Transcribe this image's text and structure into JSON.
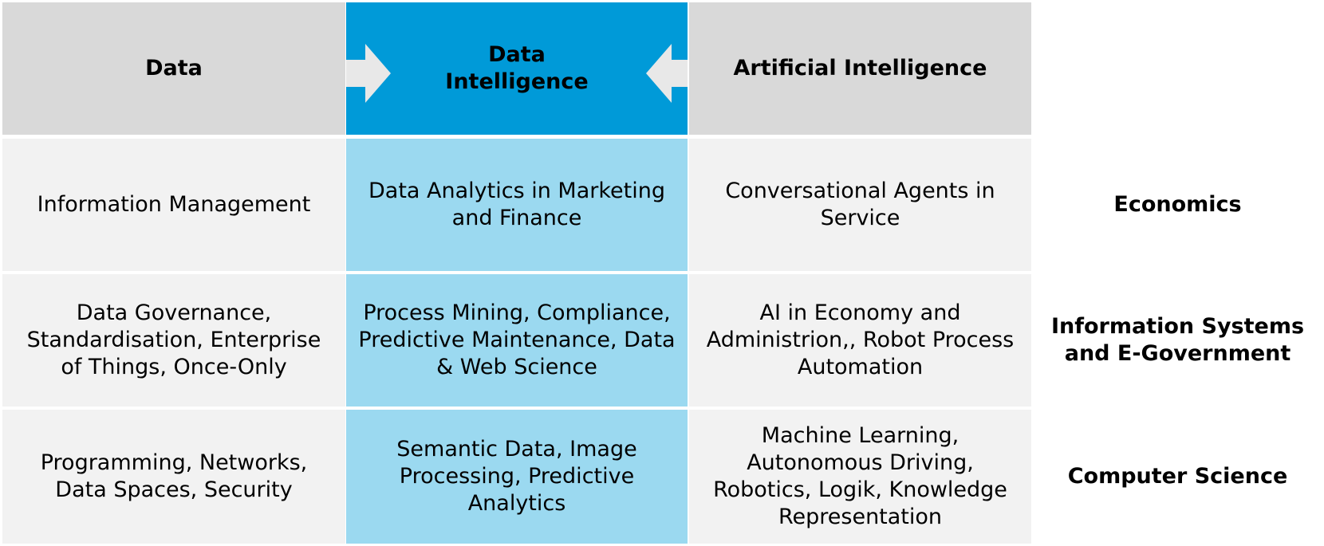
{
  "header": {
    "col1": "Data",
    "col2_line1": "Data",
    "col2_line2": "Intelligence",
    "col3": "Artificial Intelligence"
  },
  "rows": [
    {
      "label": "Economics",
      "label_line2": "",
      "data": "Information Management",
      "data_intelligence": "Data Analytics in Marketing and Finance",
      "ai": "Conversational Agents in Service"
    },
    {
      "label": "Information Systems",
      "label_line2": "and E-Government",
      "data": "Data Governance, Standardisation, Enterprise of Things, Once-Only",
      "data_intelligence": "Process Mining, Compliance, Predictive Maintenance, Data & Web Science",
      "ai": "AI in Economy and Administrion,, Robot Process Automation"
    },
    {
      "label": "Computer Science",
      "label_line2": "",
      "data": "Programming, Networks, Data Spaces, Security",
      "data_intelligence": "Semantic Data, Image Processing, Predictive Analytics",
      "ai": "Machine Learning, Autonomous Driving, Robotics, Logik, Knowledge Representation"
    }
  ],
  "colors": {
    "header_gray": "#d9d9d9",
    "header_blue": "#009ad8",
    "body_gray": "#f2f2f2",
    "body_blue": "#9bd9f0",
    "arrow": "#e8e8e8"
  }
}
